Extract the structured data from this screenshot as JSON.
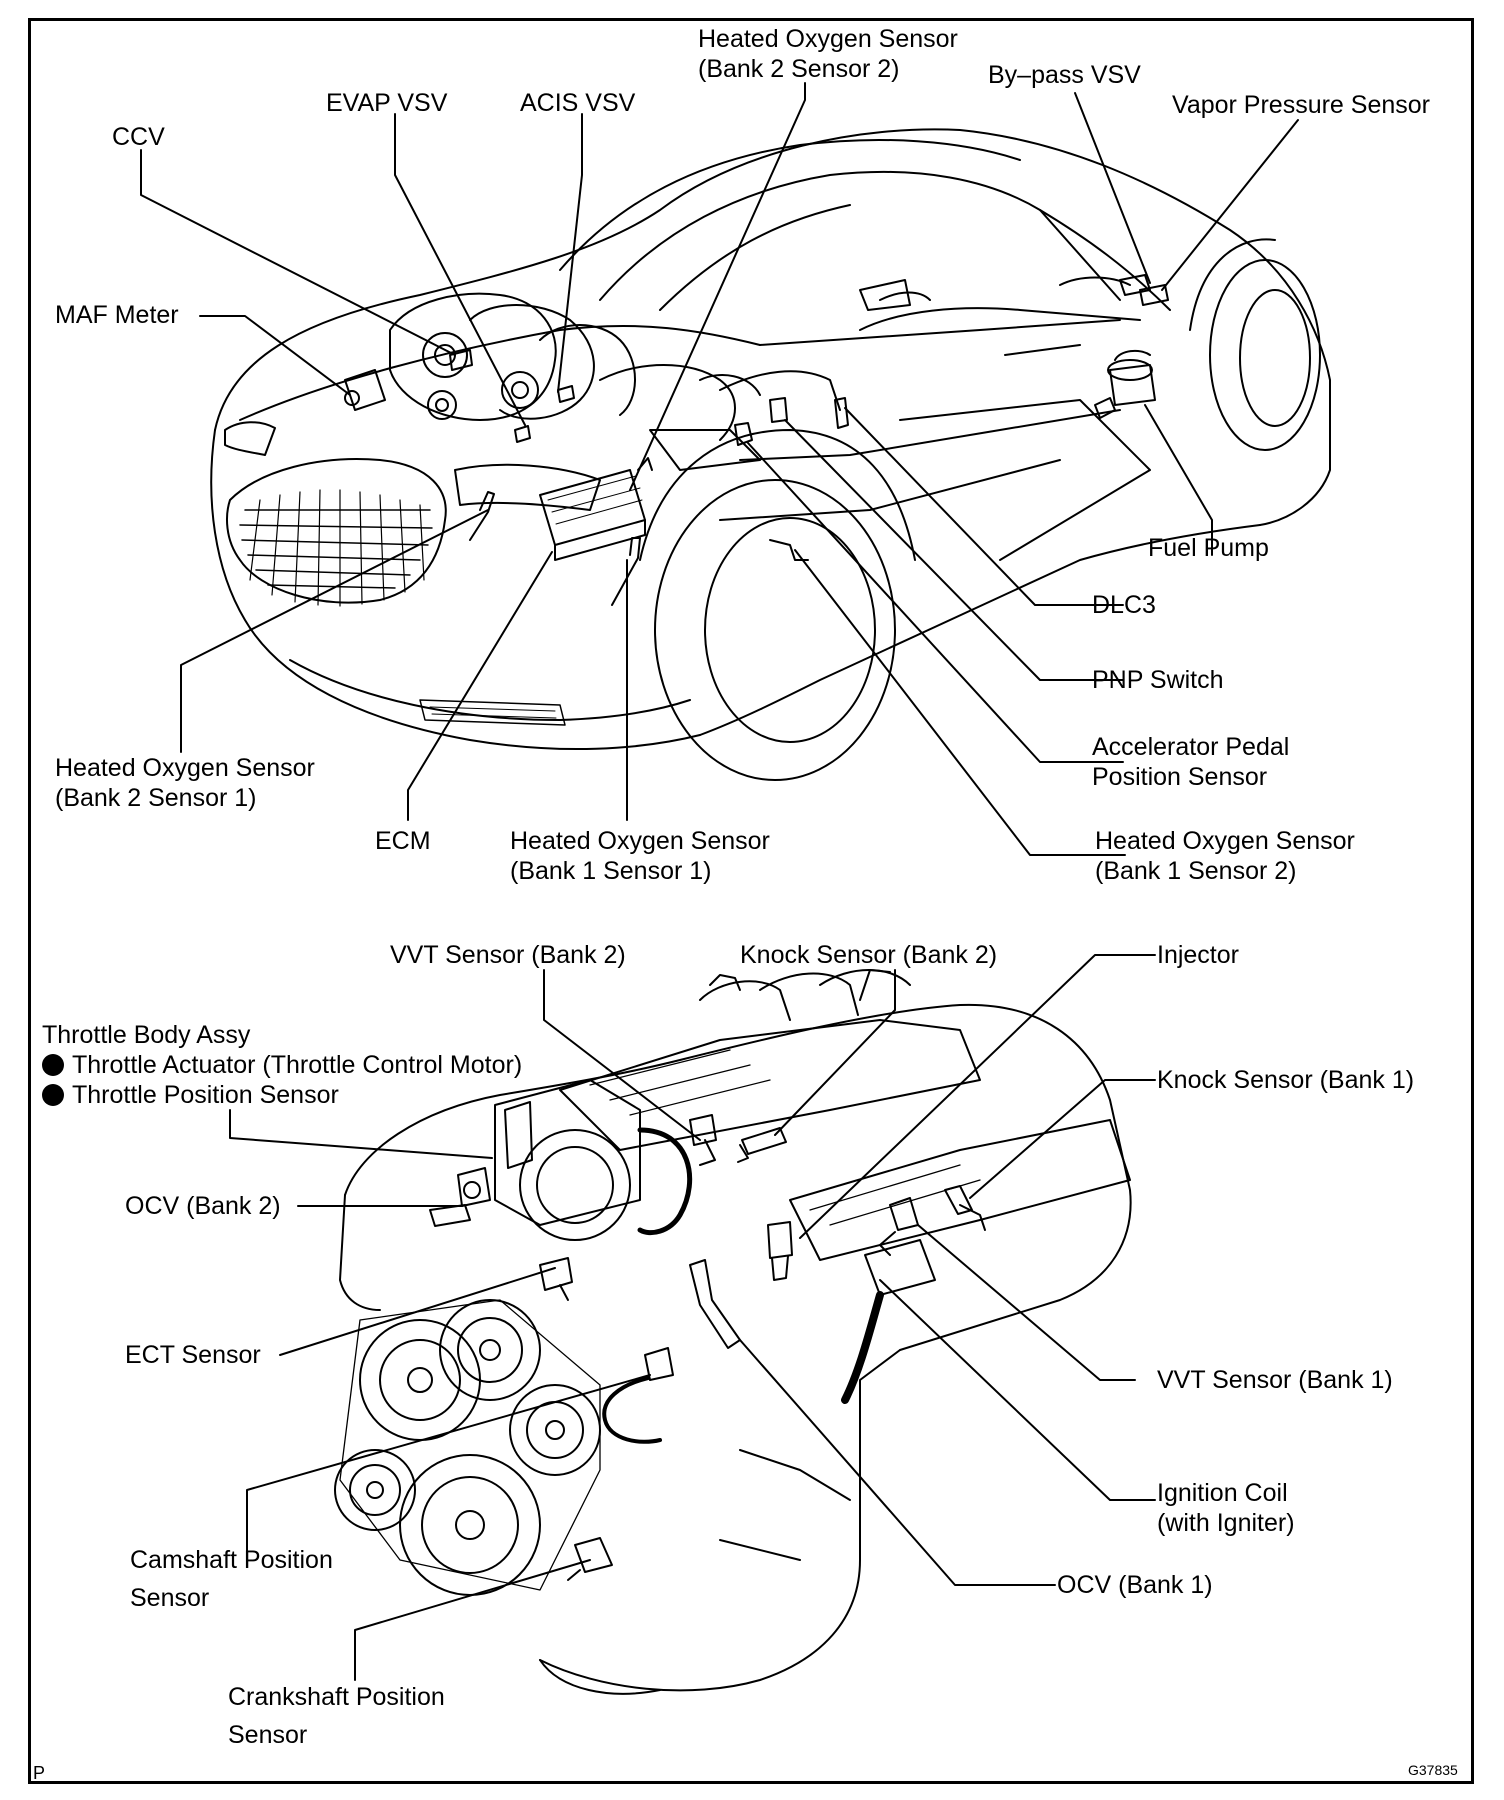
{
  "labels": {
    "ho2_b2s2": [
      "Heated Oxygen Sensor",
      "(Bank 2 Sensor 2)"
    ],
    "evap_vsv": "EVAP VSV",
    "acis_vsv": "ACIS VSV",
    "ccv": "CCV",
    "bypass_vsv": "By–pass VSV",
    "vapor_pressure": "Vapor Pressure Sensor",
    "maf_meter": "MAF Meter",
    "fuel_pump": "Fuel Pump",
    "dlc3": "DLC3",
    "pnp_switch": "PNP Switch",
    "accel_pedal": [
      "Accelerator Pedal",
      "Position Sensor"
    ],
    "ho2_b2s1": [
      "Heated Oxygen Sensor",
      "(Bank 2 Sensor 1)"
    ],
    "ecm": "ECM",
    "ho2_b1s1": [
      "Heated Oxygen Sensor",
      "(Bank 1 Sensor 1)"
    ],
    "ho2_b1s2": [
      "Heated Oxygen Sensor",
      "(Bank 1 Sensor 2)"
    ],
    "vvt_b2": "VVT Sensor (Bank 2)",
    "knock_b2": "Knock Sensor (Bank 2)",
    "injector": "Injector",
    "throttle_body": "Throttle Body Assy",
    "throttle_actuator": "Throttle Actuator (Throttle Control Motor)",
    "throttle_position": "Throttle Position Sensor",
    "knock_b1": "Knock Sensor (Bank 1)",
    "ocv_b2": "OCV (Bank 2)",
    "ect_sensor": "ECT Sensor",
    "vvt_b1": "VVT Sensor (Bank 1)",
    "ignition_coil": [
      "Ignition Coil",
      "(with Igniter)"
    ],
    "camshaft": [
      "Camshaft Position",
      "Sensor"
    ],
    "ocv_b1": "OCV (Bank 1)",
    "crankshaft": [
      "Crankshaft Position",
      "Sensor"
    ]
  },
  "corner": {
    "left": "P",
    "right": "G37835"
  }
}
